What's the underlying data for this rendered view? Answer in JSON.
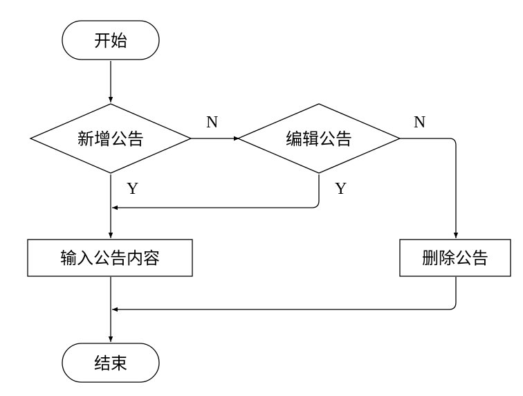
{
  "flowchart": {
    "nodes": {
      "start": "开始",
      "add_decision": "新增公告",
      "edit_decision": "编辑公告",
      "input_content": "输入公告内容",
      "delete": "删除公告",
      "end": "结束"
    },
    "edge_labels": {
      "add_no": "N",
      "edit_no": "N",
      "add_yes": "Y",
      "edit_yes": "Y"
    }
  }
}
